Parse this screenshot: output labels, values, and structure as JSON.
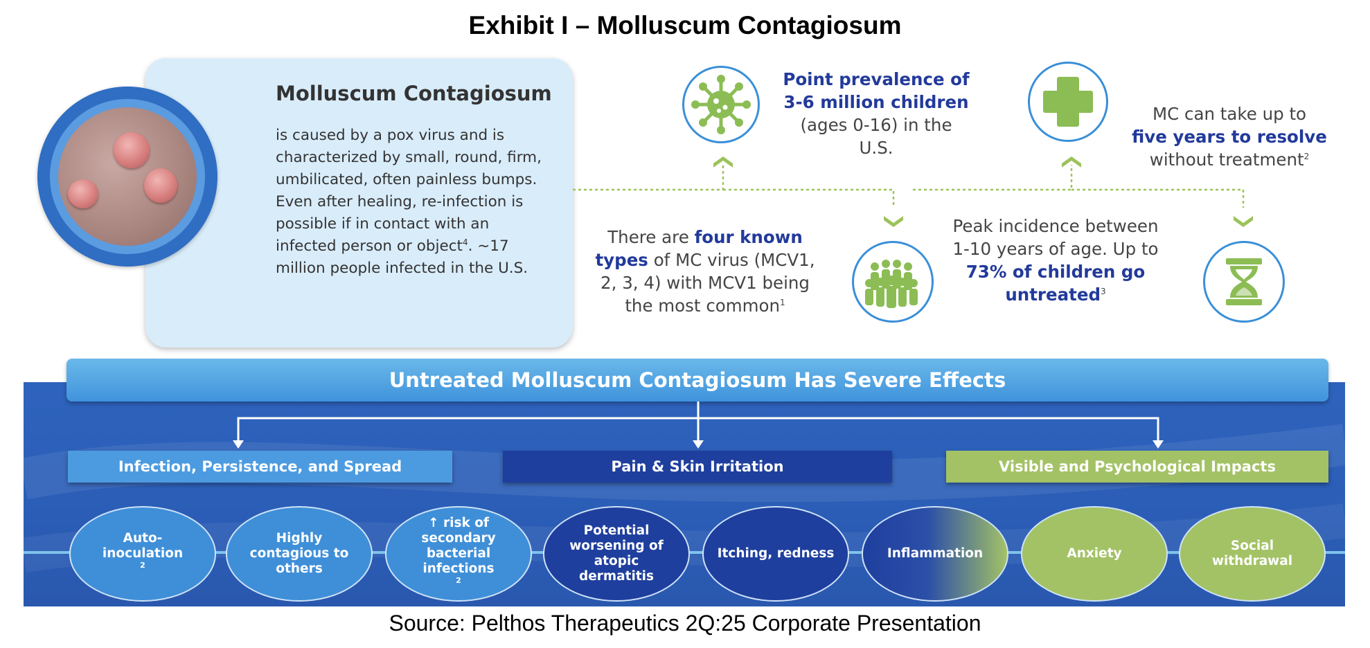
{
  "title": "Exhibit I – Molluscum Contagiosum",
  "source": "Source: Pelthos Therapeutics 2Q:25 Corporate Presentation",
  "info_card": {
    "heading": "Molluscum Contagiosum",
    "body": "is caused by a pox virus and is characterized by small, round, firm, umbilicated, often painless bumps. Even after healing, re-infection is possible if in contact with an infected person or object",
    "body_sup": "4",
    "body_end": ". ~17 million people infected in the U.S."
  },
  "stats": {
    "prevalence": {
      "bold": "Point prevalence of 3-6 million children",
      "rest": "(ages 0-16) in the U.S."
    },
    "resolve": {
      "pre": "MC can take up to",
      "bold": "five years to resolve",
      "post": "without treatment",
      "sup": "2"
    },
    "types": {
      "pre": "There are",
      "bold": "four known types",
      "post": "of MC virus (MCV1, 2, 3, 4) with MCV1 being the most common",
      "sup": "1"
    },
    "incidence": {
      "pre": "Peak incidence between 1-10 years of age. Up to",
      "bold": "73% of children go untreated",
      "sup": "3"
    }
  },
  "icons": [
    "virus-icon",
    "medical-cross-icon",
    "crowd-icon",
    "hourglass-icon"
  ],
  "effects": {
    "banner": "Untreated Molluscum Contagiosum Has Severe Effects",
    "categories": [
      {
        "label": "Infection, Persistence, and Spread",
        "color": "#4c9be0"
      },
      {
        "label": "Pain & Skin Irritation",
        "color": "#1f3f9e"
      },
      {
        "label": "Visible and Psychological Impacts",
        "color": "#a3c266"
      }
    ],
    "items": [
      {
        "label": "Auto-inoculation",
        "sup": "2"
      },
      {
        "label": "Highly contagious to others",
        "sup": ""
      },
      {
        "label": "↑ risk of secondary bacterial infections",
        "sup": "2"
      },
      {
        "label": "Potential worsening of atopic dermatitis",
        "sup": ""
      },
      {
        "label": "Itching, redness",
        "sup": ""
      },
      {
        "label": "Inflammation",
        "sup": ""
      },
      {
        "label": "Anxiety",
        "sup": ""
      },
      {
        "label": "Social withdrawal",
        "sup": ""
      }
    ]
  },
  "colors": {
    "navy": "#223a9b",
    "blue": "#3a8fd8",
    "green": "#8cbd55",
    "card": "#d9ecfa"
  }
}
